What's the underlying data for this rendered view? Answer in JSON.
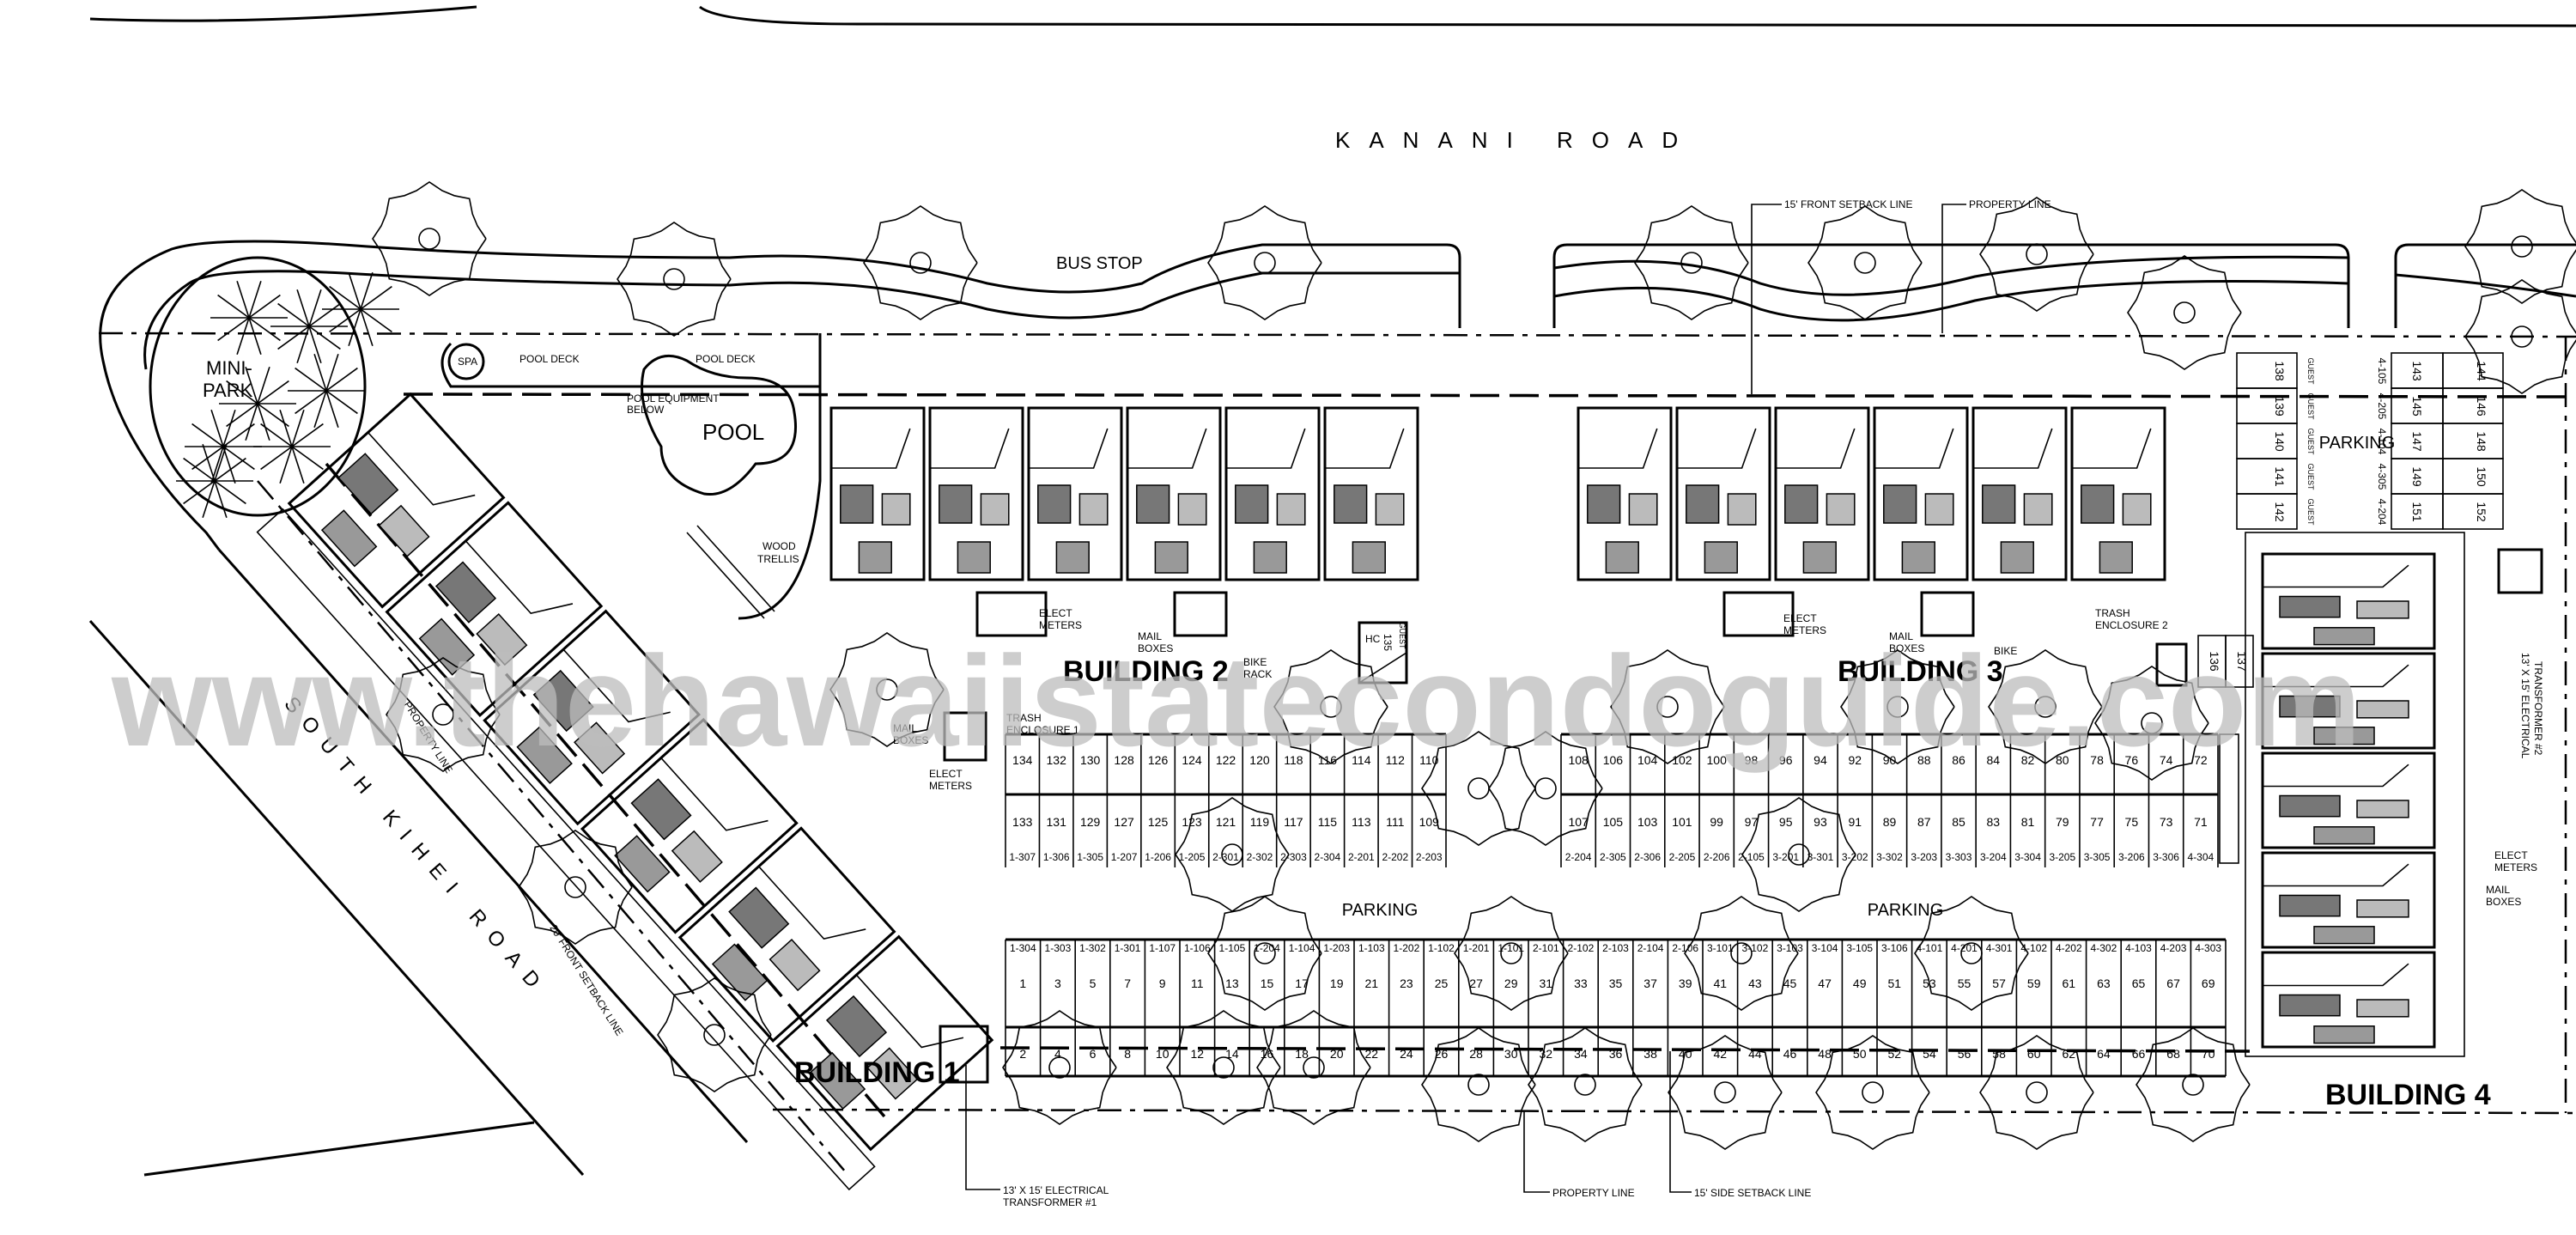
{
  "roads": {
    "top": "KANANI ROAD",
    "side": "SOUTH KIHEI ROAD"
  },
  "watermark": "www.thehawaiistatecondoguide.com",
  "buildings": [
    "BUILDING 1",
    "BUILDING 2",
    "BUILDING 3",
    "BUILDING 4"
  ],
  "labels": {
    "bus_stop": "BUS STOP",
    "mini_park": "MINI-",
    "mini_park2": "PARK",
    "spa": "SPA",
    "pool_deck": "POOL DECK",
    "pool": "POOL",
    "pool_equipment": "POOL EQUIPMENT",
    "pool_equipment2": "BELOW",
    "wood": "WOOD",
    "trellis": "TRELLIS",
    "front_setback_15": "15' FRONT SETBACK LINE",
    "property_line": "PROPERTY LINE",
    "front_setback_20": "20' FRONT SETBACK LINE",
    "side_setback_15": "15' SIDE SETBACK LINE",
    "elect": "ELECT",
    "meters": "METERS",
    "mail": "MAIL",
    "boxes": "BOXES",
    "bike": "BIKE",
    "rack": "RACK",
    "trash1": "TRASH",
    "trash1b": "ENCLOSURE 1",
    "trash2": "TRASH",
    "trash2b": "ENCLOSURE 2",
    "transformer1a": "13' X 15' ELECTRICAL",
    "transformer1b": "TRANSFORMER #1",
    "transformer2a": "13' X 15' ELECTRICAL",
    "transformer2b": "TRANSFORMER #2",
    "hc": "HC",
    "hc_stall": "135",
    "guest": "GUEST"
  },
  "parking": {
    "label": "PARKING",
    "top_left": {
      "upper": [
        "134",
        "132",
        "130",
        "128",
        "126",
        "124",
        "122",
        "120",
        "118",
        "116",
        "114",
        "112",
        "110"
      ],
      "lower": [
        "133",
        "131",
        "129",
        "127",
        "125",
        "123",
        "121",
        "119",
        "117",
        "115",
        "113",
        "111",
        "109"
      ],
      "units": [
        "1-307",
        "1-306",
        "1-305",
        "1-207",
        "1-206",
        "1-205",
        "2-301",
        "2-302",
        "2-303",
        "2-304",
        "2-201",
        "2-202",
        "2-203"
      ]
    },
    "top_right": {
      "upper": [
        "108",
        "106",
        "104",
        "102",
        "100",
        "98",
        "96",
        "94",
        "92",
        "90",
        "88",
        "86",
        "84",
        "82",
        "80",
        "78",
        "76",
        "74",
        "72"
      ],
      "lower": [
        "107",
        "105",
        "103",
        "101",
        "99",
        "97",
        "95",
        "93",
        "91",
        "89",
        "87",
        "85",
        "83",
        "81",
        "79",
        "77",
        "75",
        "73",
        "71"
      ],
      "units": [
        "2-204",
        "2-305",
        "2-306",
        "2-205",
        "2-206",
        "2-105",
        "3-201",
        "3-301",
        "3-202",
        "3-302",
        "3-203",
        "3-303",
        "3-204",
        "3-304",
        "3-205",
        "3-305",
        "3-206",
        "3-306",
        "4-304"
      ]
    },
    "bottom": {
      "units": [
        "1-304",
        "1-303",
        "1-302",
        "1-301",
        "1-107",
        "1-106",
        "1-105",
        "1-204",
        "1-104",
        "1-203",
        "1-103",
        "1-202",
        "1-102",
        "1-201",
        "1-101",
        "2-101",
        "2-102",
        "2-103",
        "2-104",
        "2-106",
        "3-101",
        "3-102",
        "3-103",
        "3-104",
        "3-105",
        "3-106",
        "4-101",
        "4-201",
        "4-301",
        "4-102",
        "4-202",
        "4-302",
        "4-103",
        "4-203",
        "4-303"
      ],
      "upper": [
        "1",
        "3",
        "5",
        "7",
        "9",
        "11",
        "13",
        "15",
        "17",
        "19",
        "21",
        "23",
        "25",
        "27",
        "29",
        "31",
        "33",
        "35",
        "37",
        "39",
        "41",
        "43",
        "45",
        "47",
        "49",
        "51",
        "53",
        "55",
        "57",
        "59",
        "61",
        "63",
        "65",
        "67",
        "69"
      ],
      "lower": [
        "2",
        "4",
        "6",
        "8",
        "10",
        "12",
        "14",
        "16",
        "18",
        "20",
        "22",
        "24",
        "26",
        "28",
        "30",
        "32",
        "34",
        "36",
        "38",
        "40",
        "42",
        "44",
        "46",
        "48",
        "50",
        "52",
        "54",
        "56",
        "58",
        "60",
        "62",
        "64",
        "66",
        "68",
        "70"
      ]
    },
    "right": {
      "guest_stalls": [
        "138",
        "139",
        "140",
        "141",
        "142"
      ],
      "units": [
        "4-105",
        "4-205",
        "4-104",
        "4-305",
        "4-204"
      ],
      "col_b": [
        "143",
        "145",
        "147",
        "149",
        "151"
      ],
      "col_c": [
        "144",
        "146",
        "148",
        "150",
        "152"
      ]
    },
    "extra_stalls": [
      "136",
      "137"
    ]
  }
}
